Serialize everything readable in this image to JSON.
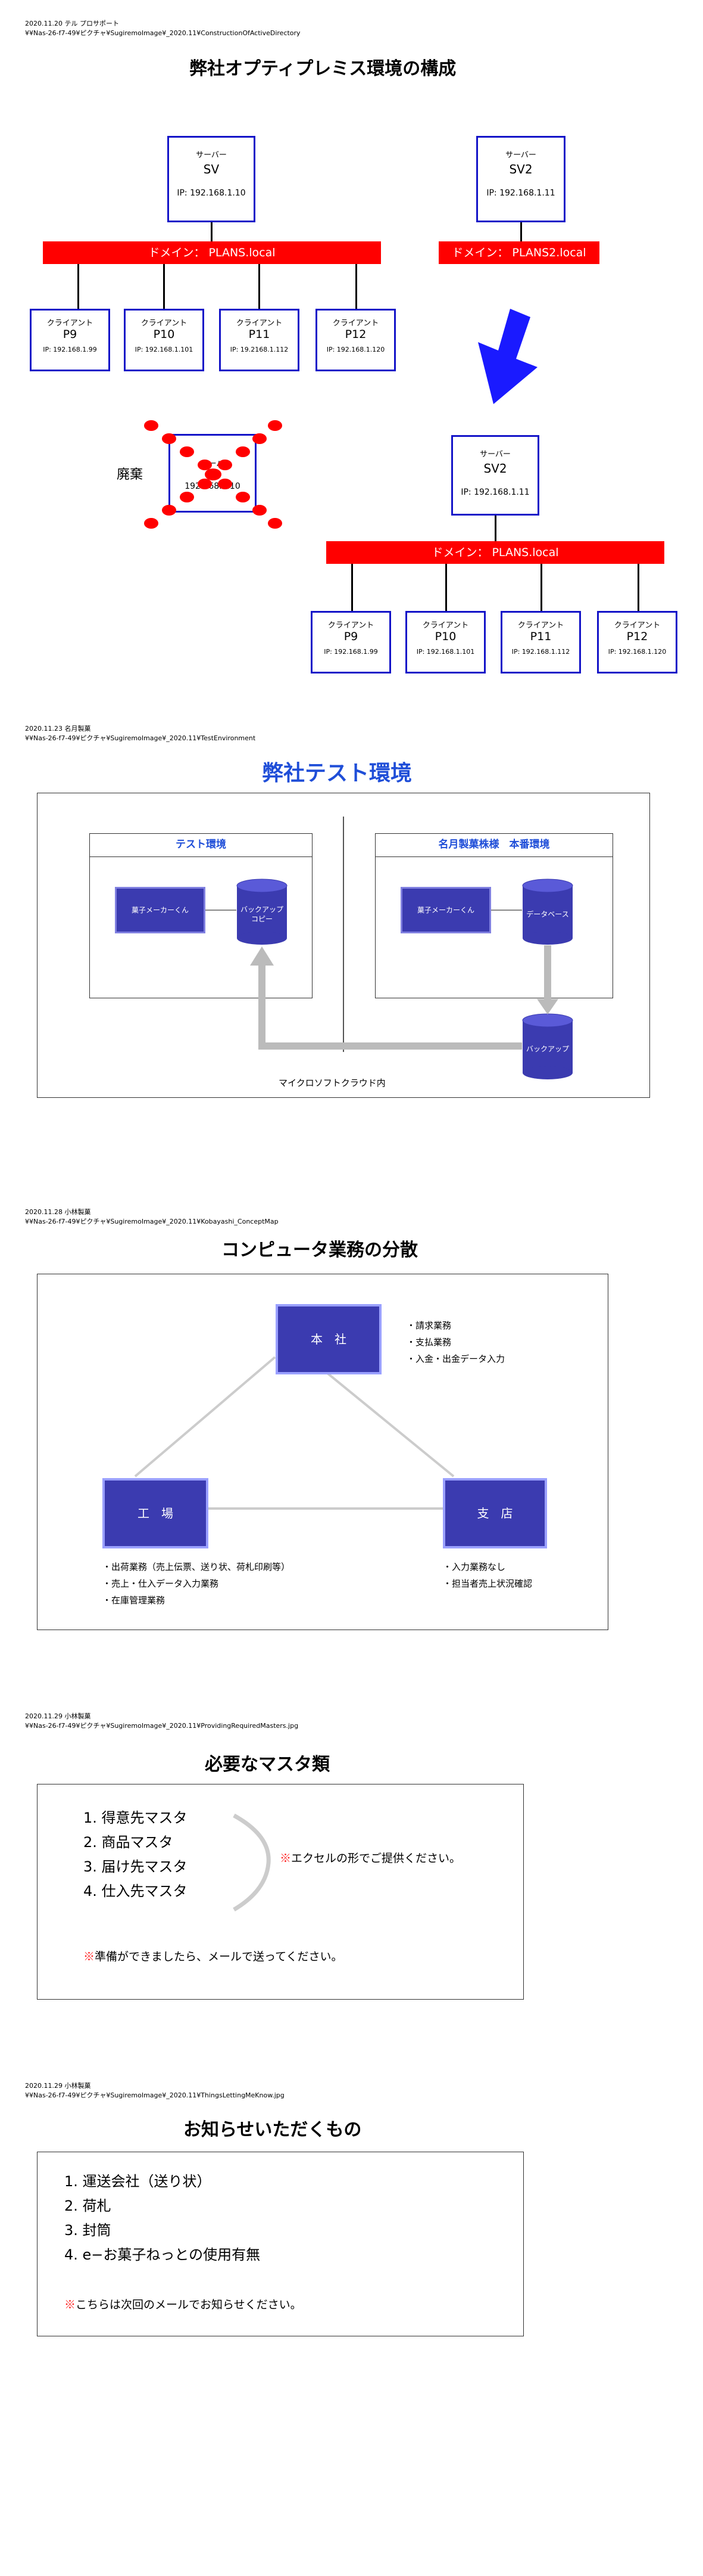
{
  "s1": {
    "header_line1": "2020.11.20 テル プロサポート",
    "header_line2": "¥¥Nas-26-f7-49¥ピクチャ¥SugiremoImage¥_2020.11¥ConstructionOfActiveDirectory",
    "title": "弊社オプティプレミス環境の構成",
    "server_label": "サーバー",
    "server1_name": "SV",
    "server1_ip": "IP: 192.168.1.10",
    "server2_name": "SV2",
    "server2_ip": "IP: 192.168.1.11",
    "domain1": "ドメイン： PLANS.local",
    "domain2": "ドメイン： PLANS2.local",
    "client_label": "クライアント",
    "clients_old": [
      {
        "name": "P9",
        "ip": "IP: 192.168.1.99"
      },
      {
        "name": "P10",
        "ip": "IP: 192.168.1.101"
      },
      {
        "name": "P11",
        "ip": "IP: 19.2168.1.112"
      },
      {
        "name": "P12",
        "ip": "IP: 192.168.1.120"
      }
    ],
    "clients_new": [
      {
        "name": "P9",
        "ip": "IP: 192.168.1.99"
      },
      {
        "name": "P10",
        "ip": "IP: 192.168.1.101"
      },
      {
        "name": "P11",
        "ip": "IP: 192.168.1.112"
      },
      {
        "name": "P12",
        "ip": "IP: 192.168.1.120"
      }
    ],
    "discard_label": "廃棄",
    "discard_server_label": "サーバ",
    "discard_server_ip": "192.168.1.10",
    "new_server_name": "SV2",
    "new_server_ip": "IP: 192.168.1.11",
    "new_domain": "ドメイン： PLANS.local",
    "colors": {
      "box_border": "#1414c8",
      "domain_bar": "#ff0000",
      "arrow": "#1a1aff",
      "discard_dots": "#ff0000"
    }
  },
  "s2": {
    "header_line1": "2020.11.23 名月製菓",
    "header_line2": "¥¥Nas-26-f7-49¥ピクチャ¥SugiremoImage¥_2020.11¥TestEnvironment",
    "title": "弊社テスト環境",
    "test_env": "テスト環境",
    "prod_env": "名月製菓株様　本番環境",
    "app_test": "菓子メーカーくん",
    "backup_copy_1": "バックアップ",
    "backup_copy_2": "コピー",
    "app_prod": "菓子メーカーくん",
    "database": "データベース",
    "backup": "バックアップ",
    "cloud": "マイクロソフトクラウド内"
  },
  "s3": {
    "header_line1": "2020.11.28 小林製菓",
    "header_line2": "¥¥Nas-26-f7-49¥ピクチャ¥SugiremoImage¥_2020.11¥Kobayashi_ConceptMap",
    "title": "コンピュータ業務の分散",
    "hq": "本　社",
    "factory": "工　場",
    "branch": "支　店",
    "hq_tasks": [
      "・請求業務",
      "・支払業務",
      "・入金・出金データ入力"
    ],
    "factory_tasks": [
      "・出荷業務（売上伝票、送り状、荷札印刷等）",
      "・売上・仕入データ入力業務",
      "・在庫管理業務"
    ],
    "branch_tasks": [
      "・入力業務なし",
      "・担当者売上状況確認"
    ]
  },
  "s4": {
    "header_line1": "2020.11.29 小林製菓",
    "header_line2": "¥¥Nas-26-f7-49¥ピクチャ¥SugiremoImage¥_2020.11¥ProvidingRequiredMasters.jpg",
    "title": "必要なマスタ類",
    "items": [
      "1.  得意先マスタ",
      "2.  商品マスタ",
      "3.  届け先マスタ",
      "4.  仕入先マスタ"
    ],
    "note1": "※エクセルの形でご提供ください。",
    "note2": "※準備ができましたら、メールで送ってください。"
  },
  "s5": {
    "header_line1": "2020.11.29 小林製菓",
    "header_line2": "¥¥Nas-26-f7-49¥ピクチャ¥SugiremoImage¥_2020.11¥ThingsLettingMeKnow.jpg",
    "title": "お知らせいただくもの",
    "items": [
      "1.  運送会社（送り状）",
      "2.  荷札",
      "3.  封筒",
      "4.  e−お菓子ねっとの使用有無"
    ],
    "note": "※こちらは次回のメールでお知らせください。"
  }
}
